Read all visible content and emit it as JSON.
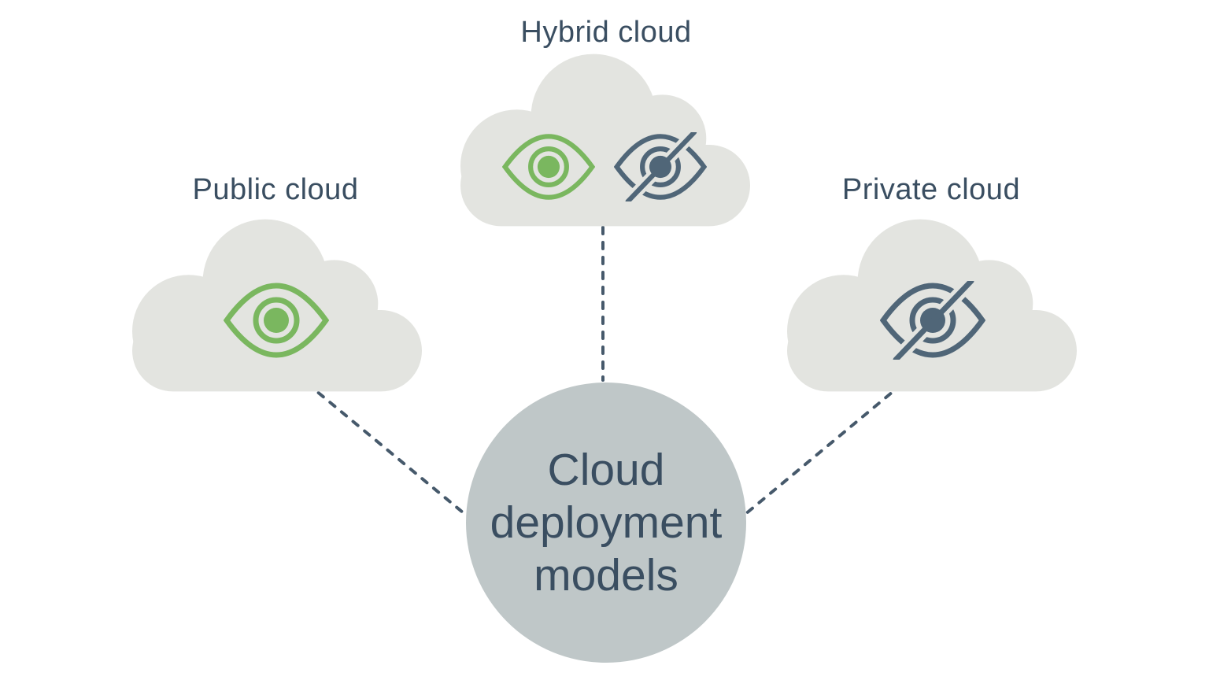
{
  "diagram_title": "Cloud deployment models",
  "center": {
    "lines": [
      "Cloud",
      "deployment",
      "models"
    ]
  },
  "nodes": [
    {
      "id": "public",
      "label": "Public cloud",
      "icons": [
        "eye-visible-icon"
      ]
    },
    {
      "id": "hybrid",
      "label": "Hybrid cloud",
      "icons": [
        "eye-visible-icon",
        "eye-hidden-icon"
      ]
    },
    {
      "id": "private",
      "label": "Private cloud",
      "icons": [
        "eye-hidden-icon"
      ]
    }
  ],
  "colors": {
    "green": "#7ab75f",
    "slate": "#506678",
    "line": "#46596b",
    "cloud": "#e3e4e0",
    "hub": "#bfc7c8",
    "text": "#3a4e61"
  }
}
